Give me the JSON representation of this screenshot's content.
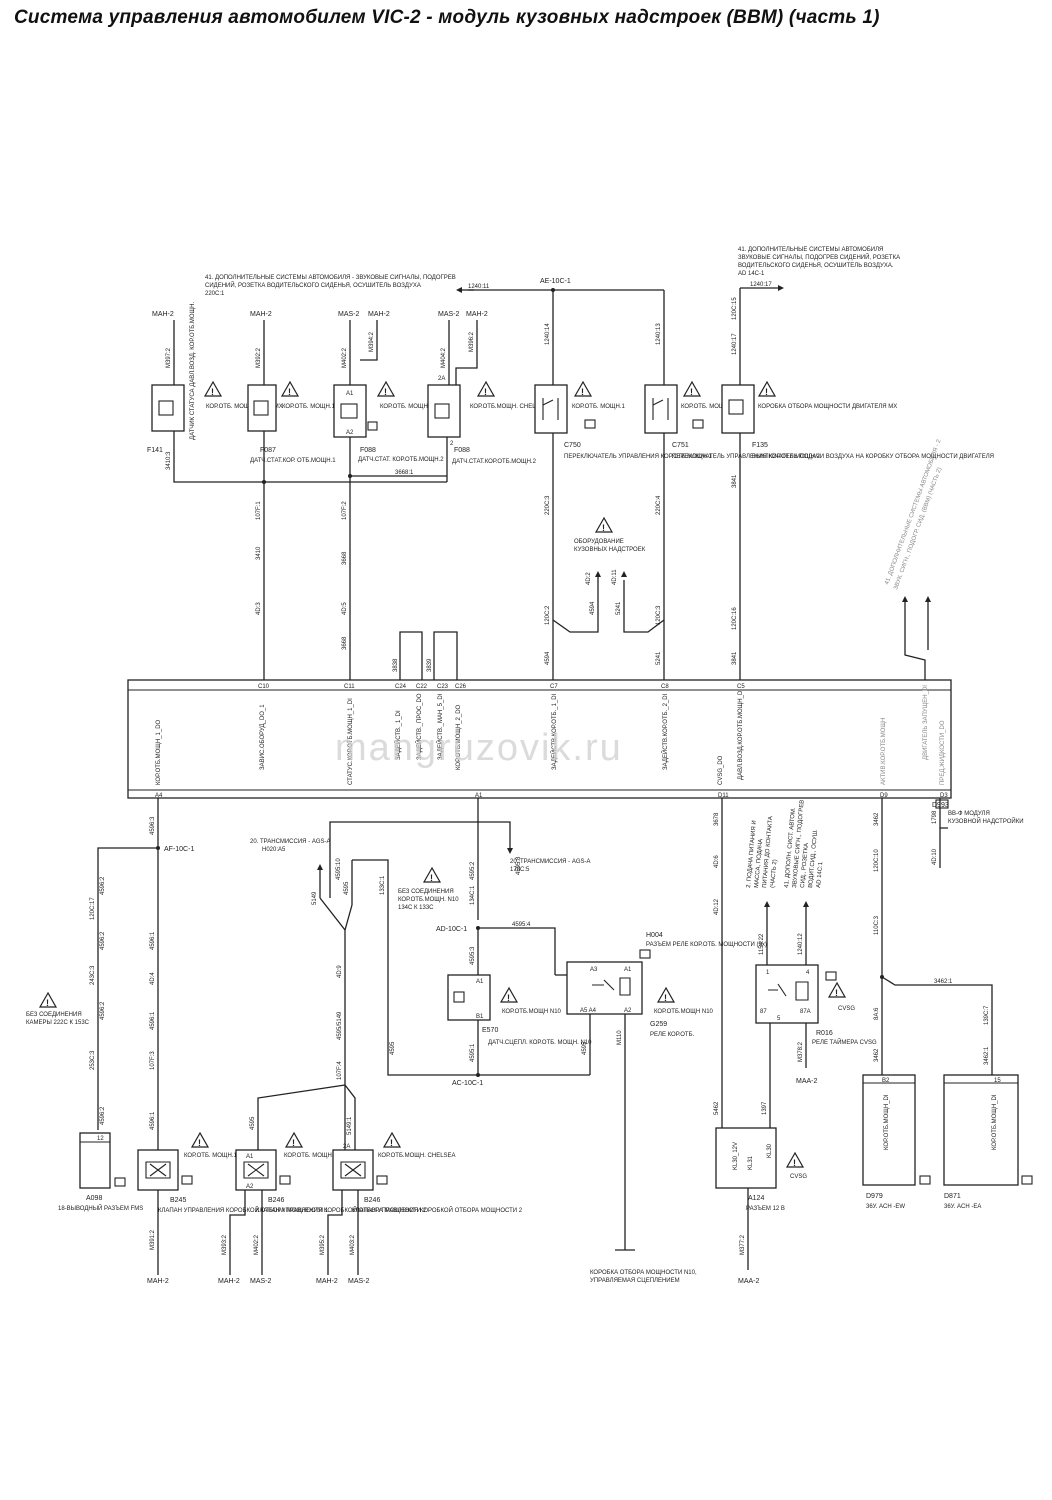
{
  "title": "Система управления автомобилем VIC-2 - модуль кузовных надстроек (BBM) (часть 1)",
  "watermark": "mangruzovik.ru",
  "notes": {
    "top_left": [
      "41. ДОПОЛНИТЕЛЬНЫЕ СИСТЕМЫ АВТОМОБИЛЯ - ЗВУКОВЫЕ СИГНАЛЫ, ПОДОГРЕВ",
      "СИДЕНИЙ, РОЗЕТКА ВОДИТЕЛЬСКОГО СИДЕНЬЯ, ОСУШИТЕЛЬ ВОЗДУХА",
      "220C:1"
    ],
    "top_right": [
      "41. ДОПОЛНИТЕЛЬНЫЕ СИСТЕМЫ АВТОМОБИЛЯ",
      "ЗВУКОВЫЕ СИГНАЛЫ, ПОДОГРЕВ СИДЕНИЙ, РОЗЕТКА",
      "ВОДИТЕЛЬСКОГО СИДЕНЬЯ, ОСУШИТЕЛЬ ВОЗДУХА.",
      "AD 14C-1"
    ],
    "transmission1": [
      "20. ТРАНСМИССИЯ - AGS-A",
      "H020:A5"
    ],
    "transmission2": [
      "20. ТРАНСМИССИЯ - AGS-A",
      "170C:5"
    ],
    "no_conn_n10": [
      "БЕЗ СОЕДИНЕНИЯ",
      "КОР.ОТБ.МОЩН. N10",
      "134C К 133C"
    ],
    "no_conn_camera": [
      "БЕЗ СОЕДИНЕНИЯ",
      "КАМЕРЫ 222C К 153C"
    ],
    "body_equipment": [
      "ОБОРУДОВАНИЕ",
      "КУЗОВНЫХ НАДСТРОЕК"
    ],
    "right_notes": [
      "2. ПОДАЧА ПИТАНИЯ И",
      "МАССА, ПОДАЧА",
      "ПИТАНИЯ ДО КОНТАКТА",
      "(ЧАСТЬ 2)",
      "41. ДОПОЛН. СИСТ. АВТОМ.",
      "ЗВУКОВЫЕ СИГН., ПОДОГРЕВ",
      "СИД., РОЗЕТКА",
      "ВОДИТ.СИД., ОСУШ.",
      "AD 14C:1"
    ],
    "far_right": [
      "41. ДОПОЛНИТЕЛЬНЫЕ СИСТЕМЫ АВТОМОБИЛЯ - 2",
      "ЗВУК. СИГН., ПОДОГР. СИД. (BBM) (ЧАСТЬ 2)"
    ],
    "module_ref": [
      "D993",
      "BB-Ф МОДУЛЯ",
      "КУЗОВНОЙ НАДСТРОЙКИ"
    ],
    "bottom_ptu": [
      "КОРОБКА ОТБОРА МОЩНОСТИ N10,",
      "УПРАВЛЯЕМАЯ СЦЕПЛЕНИЕМ"
    ]
  },
  "junctions": {
    "ae": "AE-10C-1",
    "af": "AF-10C-1",
    "ad": "AD-10C-1",
    "ac": "AC-10C-1",
    "w1240_11": "1240:11",
    "w1240_17": "1240:17"
  },
  "grounds": {
    "mah": "MAH-2",
    "mas": "MAS-2",
    "maa": "MAA-2"
  },
  "components": {
    "f141": {
      "id": "F141",
      "desc": "ДАТЧИК СТАТУСА ДАВЛ.ВОЗД. КОР.ОТБ.МОЩН.",
      "warn": "КОР.ОТБ. МОЩН. ДВИГ.МХ"
    },
    "f087": {
      "id": "F087",
      "desc": "ДАТЧ.СТАТ.КОР. ОТБ.МОЩН.1",
      "warn": "КОР.ОТБ. МОЩН.1"
    },
    "f088a": {
      "id": "F088",
      "desc": "ДАТЧ.СТАТ. КОР.ОТБ.МОЩН.2",
      "warn": "КОР.ОТБ. МОЩН.2"
    },
    "f088b": {
      "id": "F088",
      "desc": "ДАТЧ.СТАТ.КОР.ОТБ.МОЩН.2",
      "warn": "КОР.ОТБ.МОЩН. CHELSEA"
    },
    "c750": {
      "id": "C750",
      "desc": "ПЕРЕКЛЮЧАТЕЛЬ УПРАВЛЕНИЯ КОР.ОТБ.МОЩН.1",
      "warn": "КОР.ОТБ. МОЩН.1"
    },
    "c751": {
      "id": "C751",
      "desc": "ПЕРЕКЛЮЧАТЕЛЬ УПРАВЛЕНИЯ КОР.ОТБ.МОЩН.2",
      "warn": "КОР.ОТБ. МОЩН.2"
    },
    "f135": {
      "id": "F135",
      "desc": "ВЫКЛЮЧАТЕЛЬ ПОДАЧИ ВОЗДУХА НА КОРОБКУ ОТБОРА МОЩНОСТИ ДВИГАТЕЛЯ",
      "warn": "КОРОБКА ОТБОРА МОЩНОСТИ ДВИГАТЕЛЯ МХ"
    },
    "a098": {
      "id": "A098",
      "desc": "18-ВЫВОДНЫЙ РАЗЪЕМ FMS"
    },
    "b245": {
      "id": "B245",
      "desc": "КЛАПАН УПРАВЛЕНИЯ КОРОБКОЙ ОТБОРА МОЩНОСТИ 1",
      "warn": "КОР.ОТБ. МОЩН.1"
    },
    "b246a": {
      "id": "B246",
      "desc": "КЛАПАН УПРАВЛЕНИЯ КОРОБКОЙ ОТБОРА МОЩНОСТИ 2",
      "warn": "КОР.ОТБ. МОЩН.2"
    },
    "b246b": {
      "id": "B246",
      "desc": "КЛАПАН УПРАВЛЕНИЯ КОРОБКОЙ ОТБОРА МОЩНОСТИ 2",
      "warn": "КОР.ОТБ.МОЩН. CHELSEA"
    },
    "e570": {
      "id": "E570",
      "desc": "ДАТЧ.СЦЕПЛ. КОР.ОТБ. МОЩН. N10",
      "warn": "КОР.ОТБ.МОЩН N10"
    },
    "g259": {
      "id": "G259",
      "desc": "РЕЛЕ КОР.ОТБ.",
      "warn": "КОР.ОТБ.МОЩН N10"
    },
    "h004": {
      "id": "H004",
      "desc": "РАЗЪЕМ РЕЛЕ КОР.ОТБ. МОЩНОСТИ (2x)"
    },
    "r016": {
      "id": "R016",
      "desc": "РЕЛЕ ТАЙМЕРА CVSG",
      "warn": "CVSG"
    },
    "a124": {
      "id": "A124",
      "desc": "РАЗЪЕМ 12 В",
      "warn": "CVSG"
    },
    "d979": {
      "id": "D979",
      "desc": "36У. ACH -EW"
    },
    "d871": {
      "id": "D871",
      "desc": "36У. ACH -EA"
    }
  },
  "module_pins": {
    "c10": "C10",
    "c11": "C11",
    "c24": "C24",
    "c22": "C22",
    "c23": "C23",
    "c26": "C26",
    "c7": "C7",
    "c8": "C8",
    "c5": "C5",
    "a4": "A4",
    "a1": "A1",
    "d11": "D11",
    "d9": "D9",
    "d3": "D3"
  },
  "module_signals": [
    "КОР.ОТБ.МОЩН_1_DO",
    "ЗАВИС.ОБОРУД_DO_1",
    "СТАТУС.КОР.ОТБ.МОЩН_1_DI",
    "ЗАДЕЙСТВ._1_DI",
    "ЗАДЕЙСТВ._ПРОС_DO",
    "ЗАДЕЙСТВ._МАН_5_DI",
    "КОР.ОТБ.МОЩН_2_DO",
    "ЗАДЕЙСТВ.КОР.ОТБ._1_DI",
    "ЗАДЕЙСТВ.КОР.ОТБ._2_DI",
    "ДАВЛ.ВОЗД.КОР.ОТБ.МОЩН_DI",
    "CVSG_DO",
    "АКТИВ.КОР.ОТБ.МОЩН",
    "ДВИГАТЕЛЬ ЗАПУЩЕН_DI",
    "ПРЕД.ЖИДКОСТИ_DO"
  ],
  "wires": {
    "m397": "M397:2",
    "m392": "M392:2",
    "m402": "M402:2",
    "m394": "M394:2",
    "m404": "M404:2",
    "m396": "M396:2",
    "w3410_3": "3410:3",
    "w3410": "3410",
    "w3668": "3668",
    "w3668_1": "3668:1",
    "w3838": "3838",
    "w3839": "3839",
    "w1240_14": "1240:14",
    "w1240_13": "1240:13",
    "w1240_17b": "1240:17",
    "w4594": "4594",
    "w5241": "5241",
    "w3841": "3841",
    "c107f1": "107F:1",
    "c107f2": "107F:2",
    "c4d3": "4D:3",
    "c4d5": "4D:5",
    "c220c3": "220C:3",
    "c220c4": "220C:4",
    "c120c2": "120C:2",
    "c120c3": "120C:3",
    "c120c16": "120C:16",
    "c120c15": "120C:15",
    "c4d2": "4D:2",
    "c4d11": "4D:11",
    "w4596_3": "4596:3",
    "w4596_1": "4596:1",
    "w4596_2": "4596:2",
    "c120c17": "120C:17",
    "c243c3": "243C:3",
    "c4d4": "4D:4",
    "c107f3": "107F:3",
    "c253c3": "253C:3",
    "w4595": "4595",
    "w5149": "5149",
    "w4595_10": "4595:10",
    "c133c1": "133C:1",
    "c134c1": "134C:1",
    "w4595_2": "4595:2",
    "w4595_4": "4595:4",
    "w4595_8": "4595:8",
    "c4d9": "4D:9",
    "c107f4": "107F:4",
    "w4595_5149": "4595/5149",
    "w5149_1": "5149:1",
    "w4595_1": "4595:1",
    "w4595_3": "4595:3",
    "m110": "M110",
    "w3678": "3678",
    "c4d6": "4D:6",
    "c4d12": "4D:12",
    "w1154_22": "1154:22",
    "w1240_12": "1240:12",
    "w5462": "5462",
    "w1397": "1397",
    "m378": "M378:2",
    "m377": "M377:2",
    "w3462": "3462",
    "w3462_1": "3462:1",
    "c120c10": "120C:10",
    "c110c3": "110C:3",
    "c8a6": "8A:6",
    "c139c7": "139C:7",
    "c4d10": "4D:10",
    "w1798": "1798",
    "m391": "M391:2",
    "m393": "M393:2",
    "m402b": "M402:2",
    "m395": "M395:2",
    "m403": "M403:2"
  },
  "colors": {
    "line": "#222222",
    "watermark": "#cfcfcf"
  }
}
